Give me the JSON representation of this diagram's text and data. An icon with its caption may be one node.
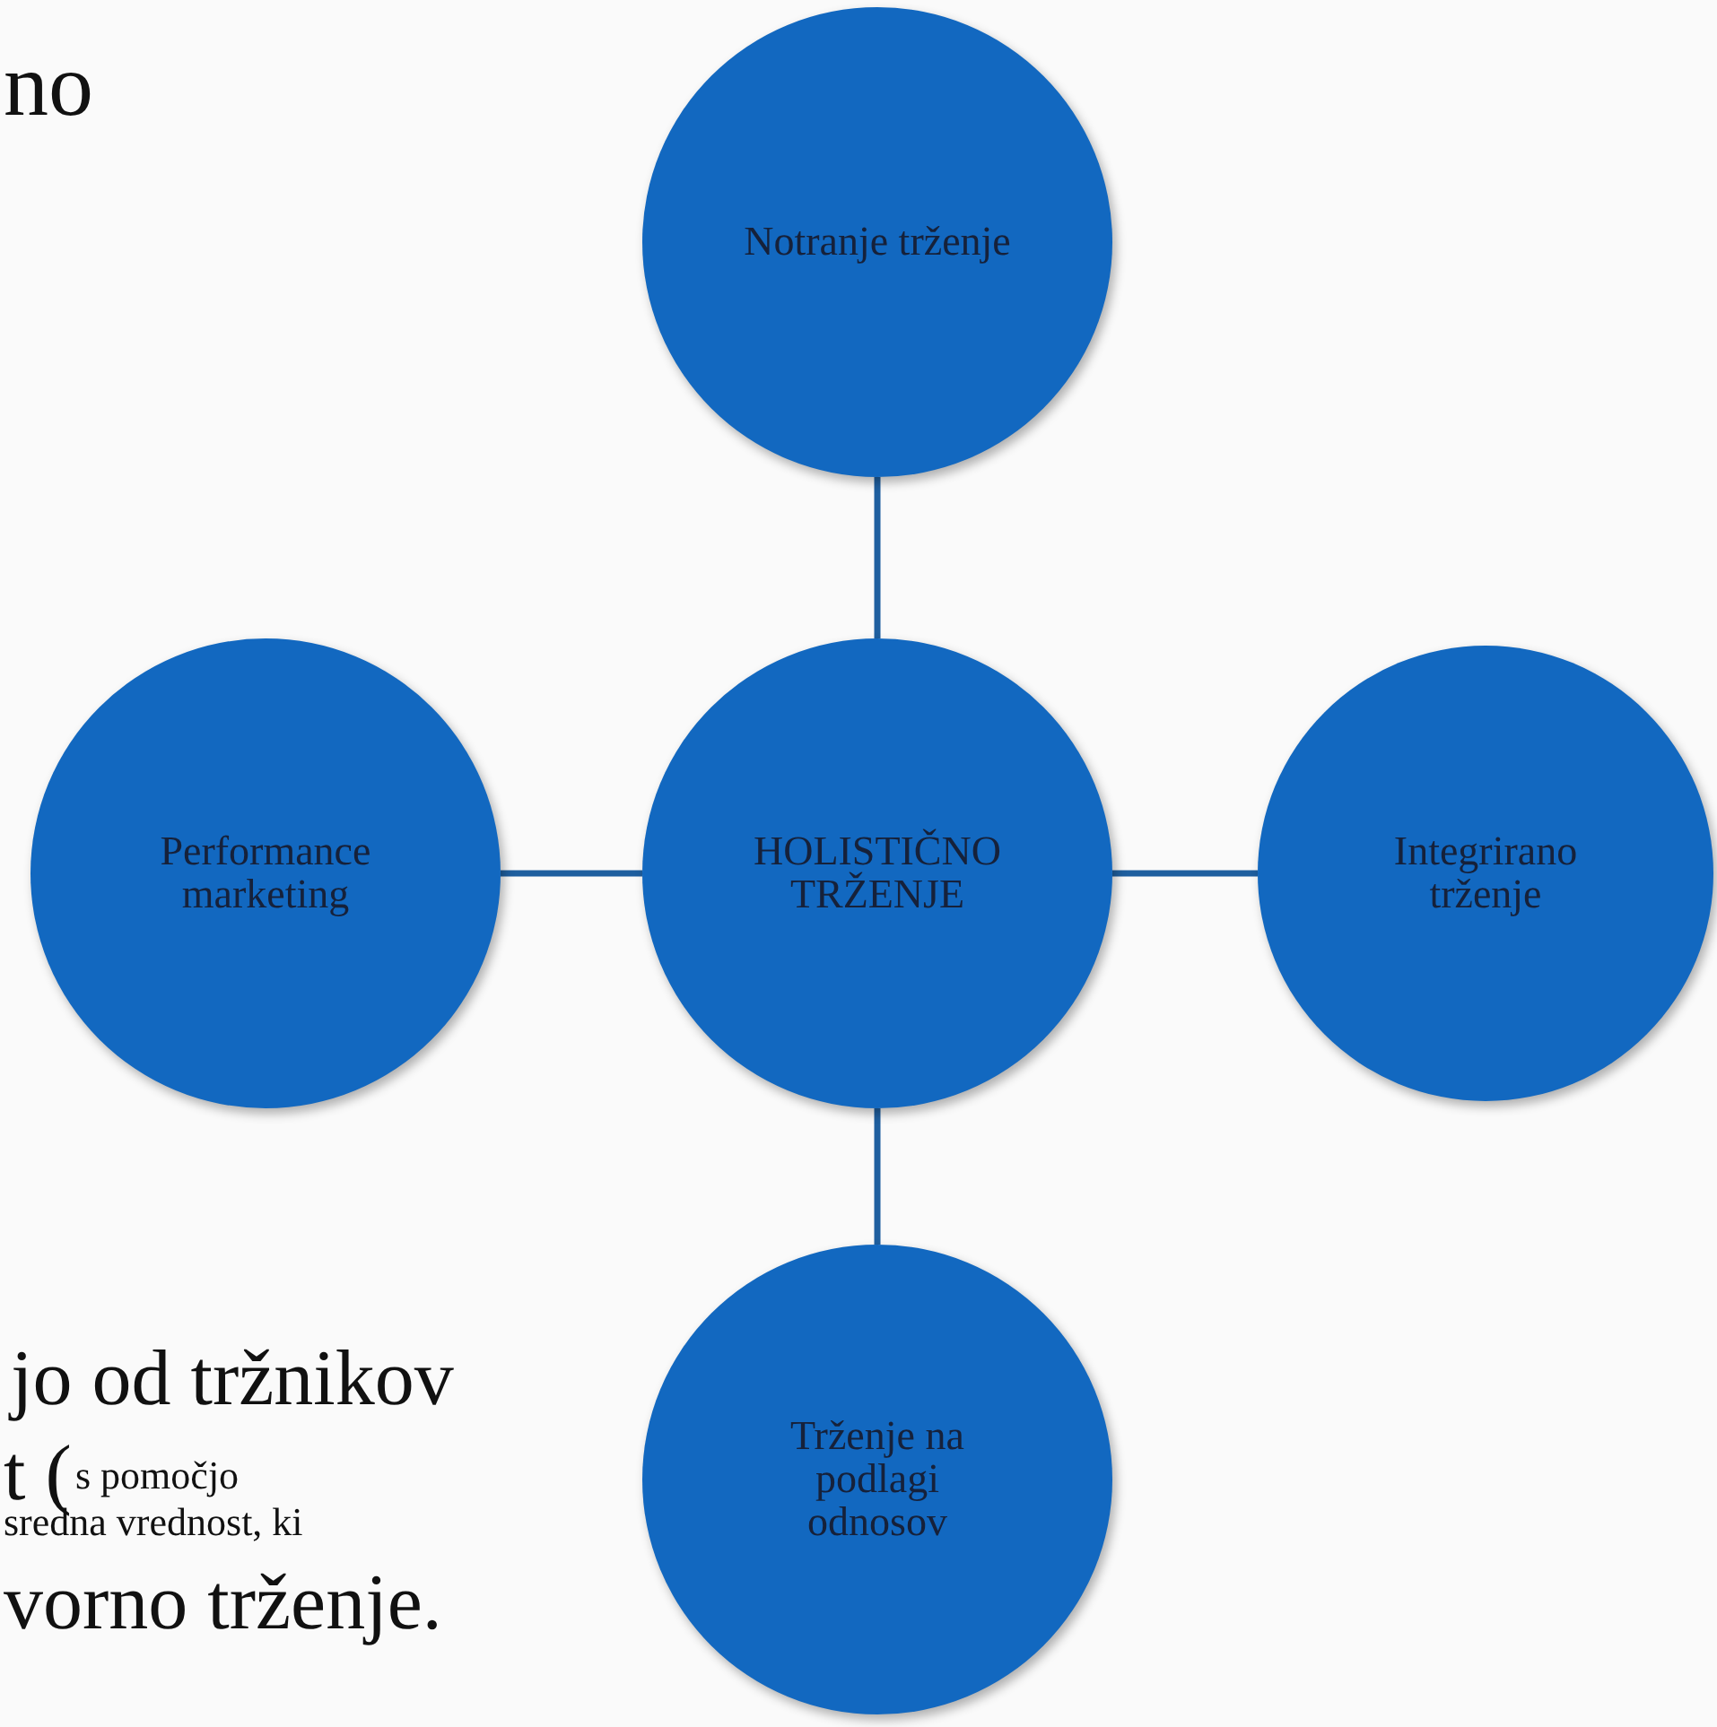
{
  "diagram": {
    "nodes": [
      {
        "text": [
          "Notranje trženje"
        ]
      },
      {
        "text": [
          "Performance marketing"
        ]
      },
      {
        "text": [
          "HOLISTIČNO TRŽENJE"
        ]
      },
      {
        "text": [
          "Integrirano trženje"
        ]
      },
      {
        "text": [
          "Trženje na podlagi odnosov"
        ]
      }
    ],
    "edges": [
      {
        "from": 2,
        "to": 0,
        "arrow": "none"
      },
      {
        "from": 1,
        "to": 2,
        "arrow": "none"
      },
      {
        "from": 2,
        "to": 3,
        "arrow": "none"
      },
      {
        "from": 2,
        "to": 4,
        "arrow": "none"
      }
    ],
    "labels": [
      "no",
      "jo od tržnikov",
      "t (",
      "s pomočjo",
      "sredna vrednost, ki",
      "vorno trženje."
    ]
  }
}
